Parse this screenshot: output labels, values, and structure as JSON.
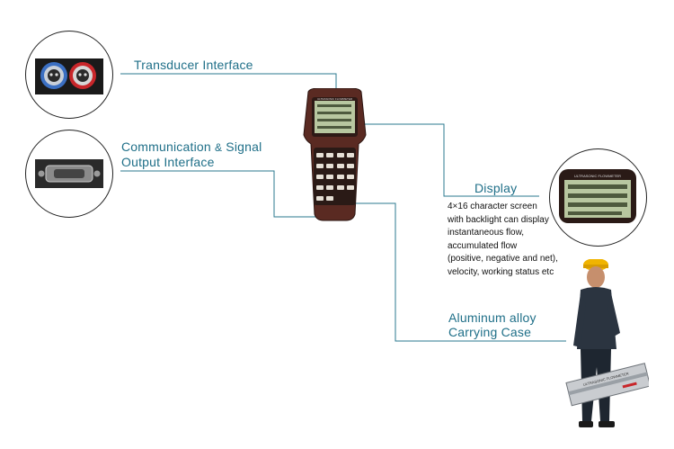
{
  "labels": {
    "transducer": "Transducer  Interface",
    "communication_line1": "Communication",
    "communication_amp": "&",
    "communication_line1b": "Signal",
    "communication_line2": "Output  Interface",
    "display": "Display",
    "case_line1": "Aluminum alloy",
    "case_line2": "Carrying Case"
  },
  "display_description": [
    "4×16 character  screen",
    "with backlight can  display",
    "instantaneous flow,",
    "accumulated flow",
    "(positive, negative and net),",
    "velocity, working status etc"
  ],
  "device_screen_title": "ULTRASONIC FLOWMETER",
  "case_text": "ULTRASONIC FLOWMETER",
  "colors": {
    "label_blue": "#1f6f88",
    "line_blue": "#2b7a8f",
    "device_body": "#5a2a22",
    "lcd_green": "#b8c7a0",
    "helmet_yellow": "#f0b400"
  }
}
